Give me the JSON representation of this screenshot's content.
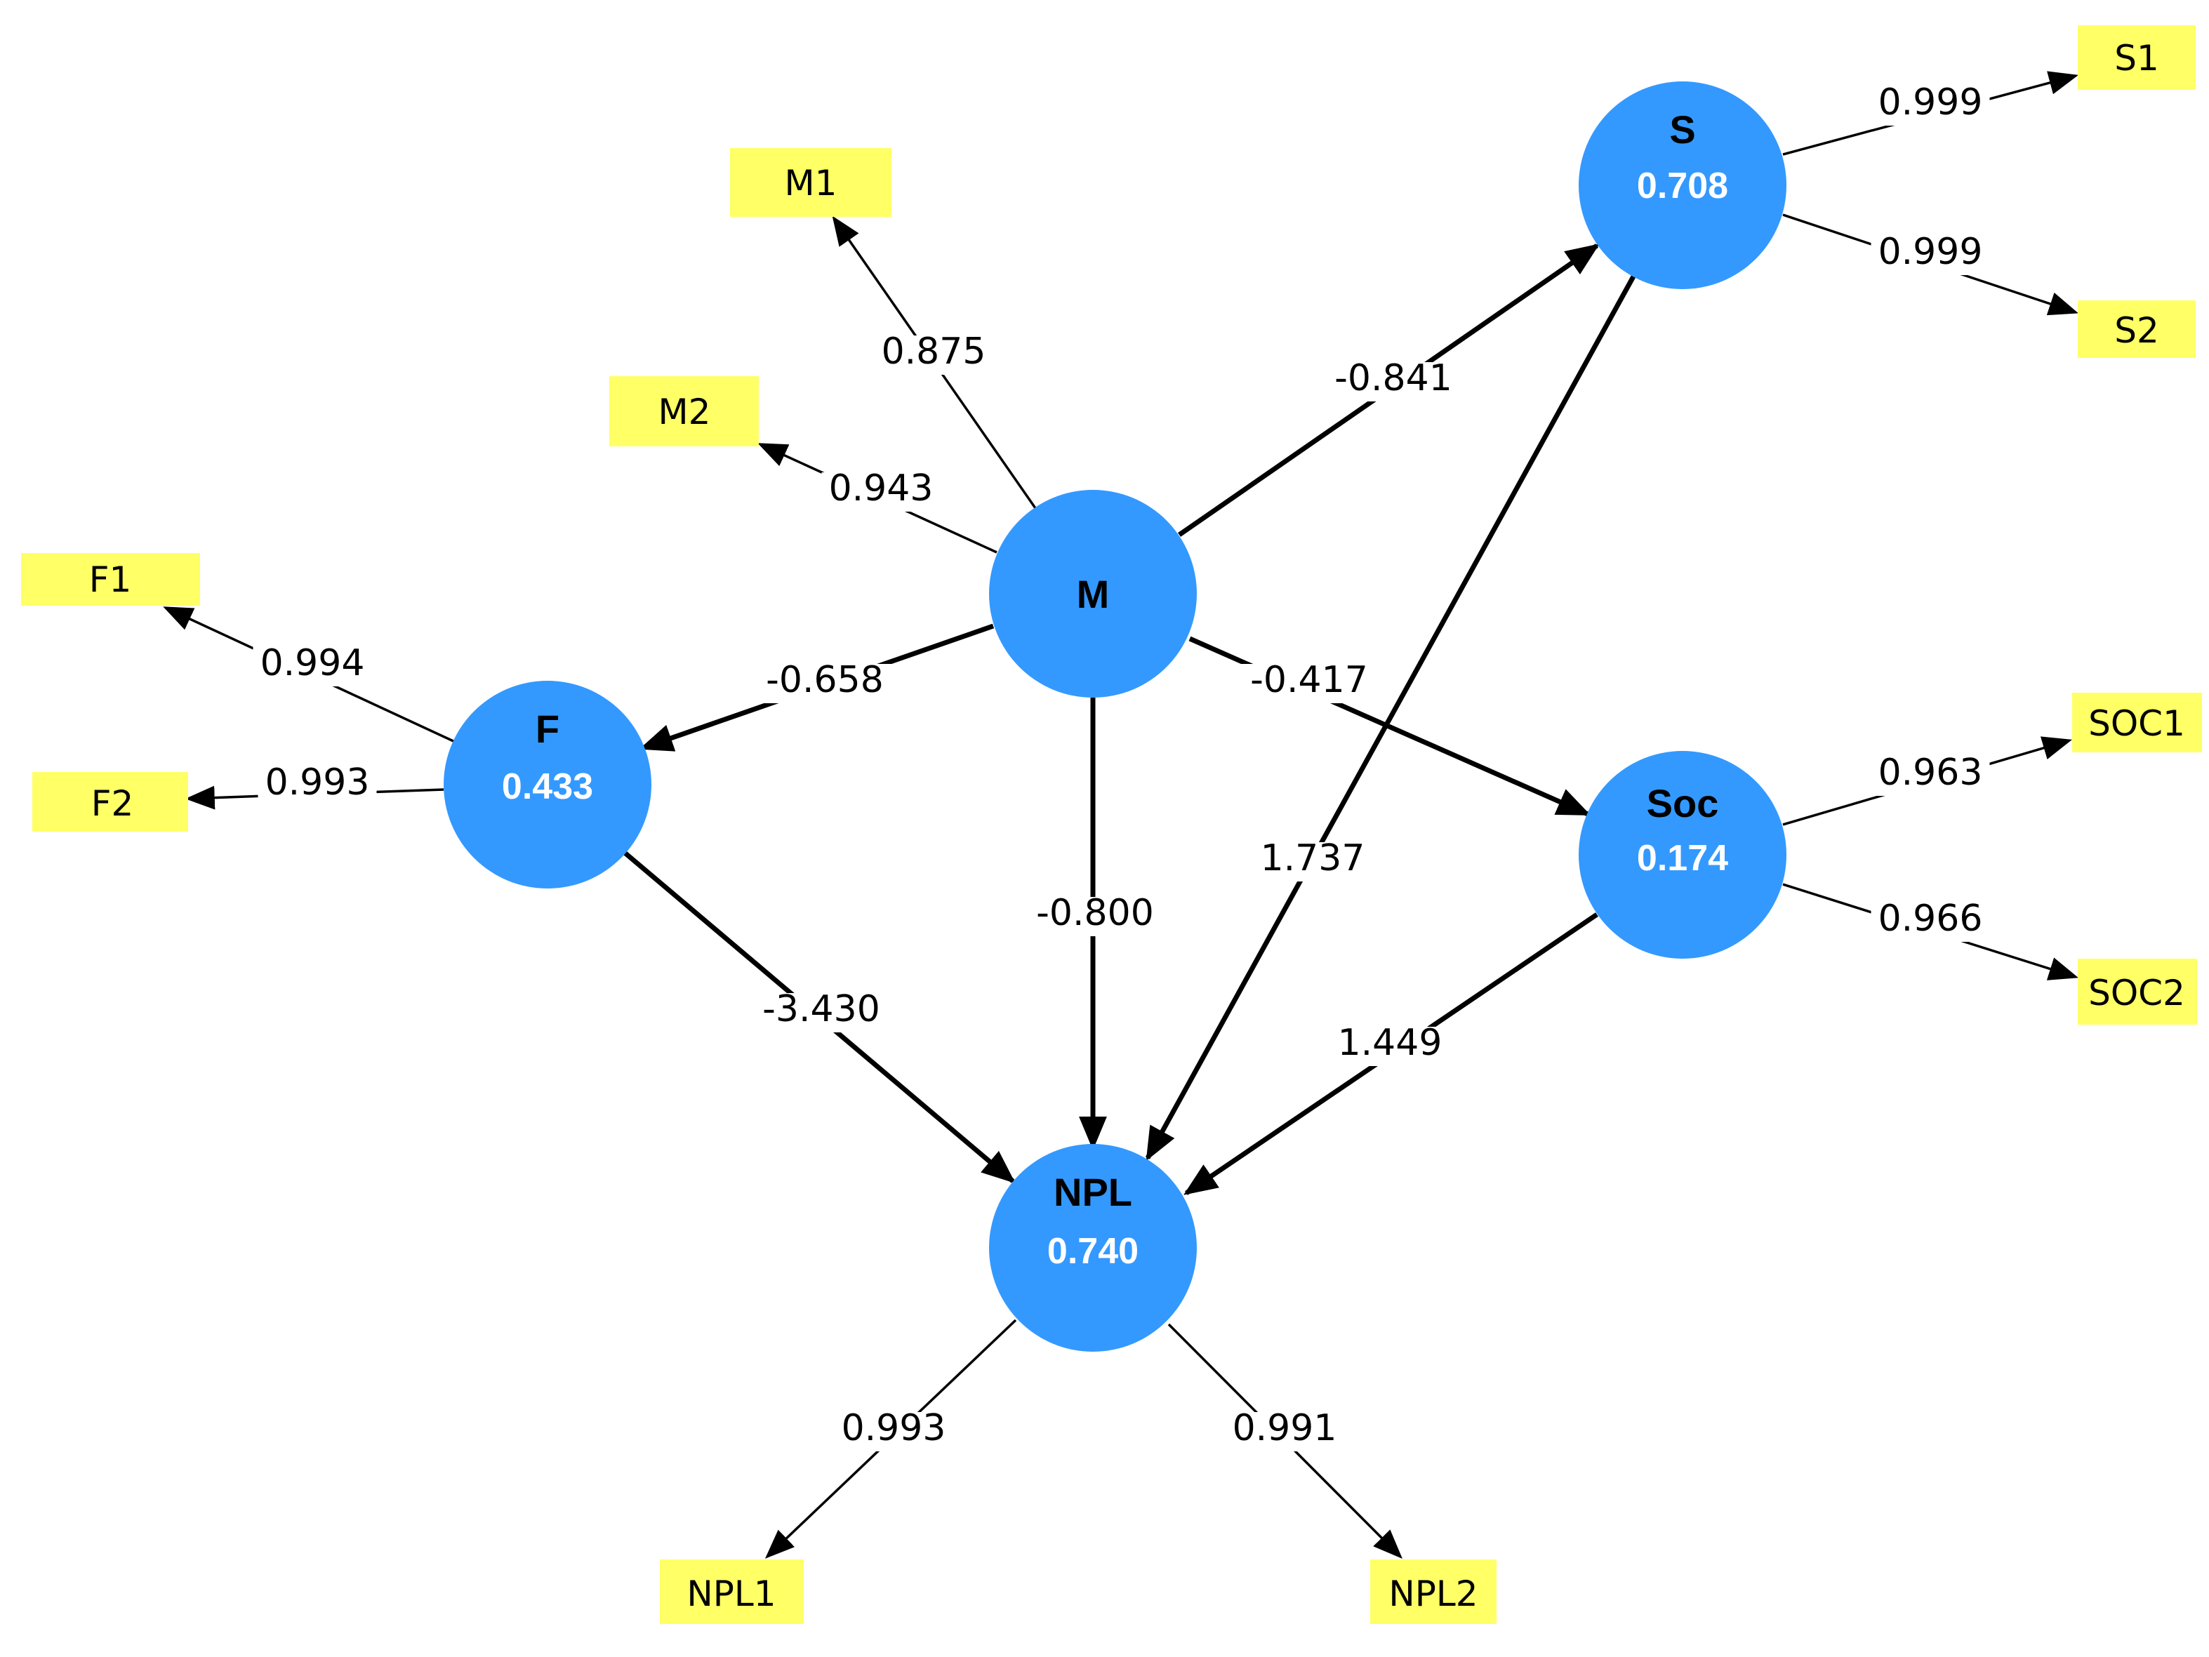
{
  "colors": {
    "construct_fill": "#3399ff",
    "indicator_fill": "#ffff66",
    "edge": "#000000"
  },
  "constructs": {
    "M": {
      "name": "M",
      "r2": ""
    },
    "F": {
      "name": "F",
      "r2": "0.433"
    },
    "S": {
      "name": "S",
      "r2": "0.708"
    },
    "Soc": {
      "name": "Soc",
      "r2": "0.174"
    },
    "NPL": {
      "name": "NPL",
      "r2": "0.740"
    }
  },
  "indicators": {
    "M1": "M1",
    "M2": "M2",
    "F1": "F1",
    "F2": "F2",
    "S1": "S1",
    "S2": "S2",
    "SOC1": "SOC1",
    "SOC2": "SOC2",
    "NPL1": "NPL1",
    "NPL2": "NPL2"
  },
  "paths": {
    "M_F": "-0.658",
    "M_S": "-0.841",
    "M_Soc": "-0.417",
    "M_NPL": "-0.800",
    "F_NPL": "-3.430",
    "S_NPL": "1.737",
    "Soc_NPL": "1.449"
  },
  "loadings": {
    "M_M1": "0.875",
    "M_M2": "0.943",
    "F_F1": "0.994",
    "F_F2": "0.993",
    "S_S1": "0.999",
    "S_S2": "0.999",
    "Soc_SOC1": "0.963",
    "Soc_SOC2": "0.966",
    "NPL_NPL1": "0.993",
    "NPL_NPL2": "0.991"
  }
}
